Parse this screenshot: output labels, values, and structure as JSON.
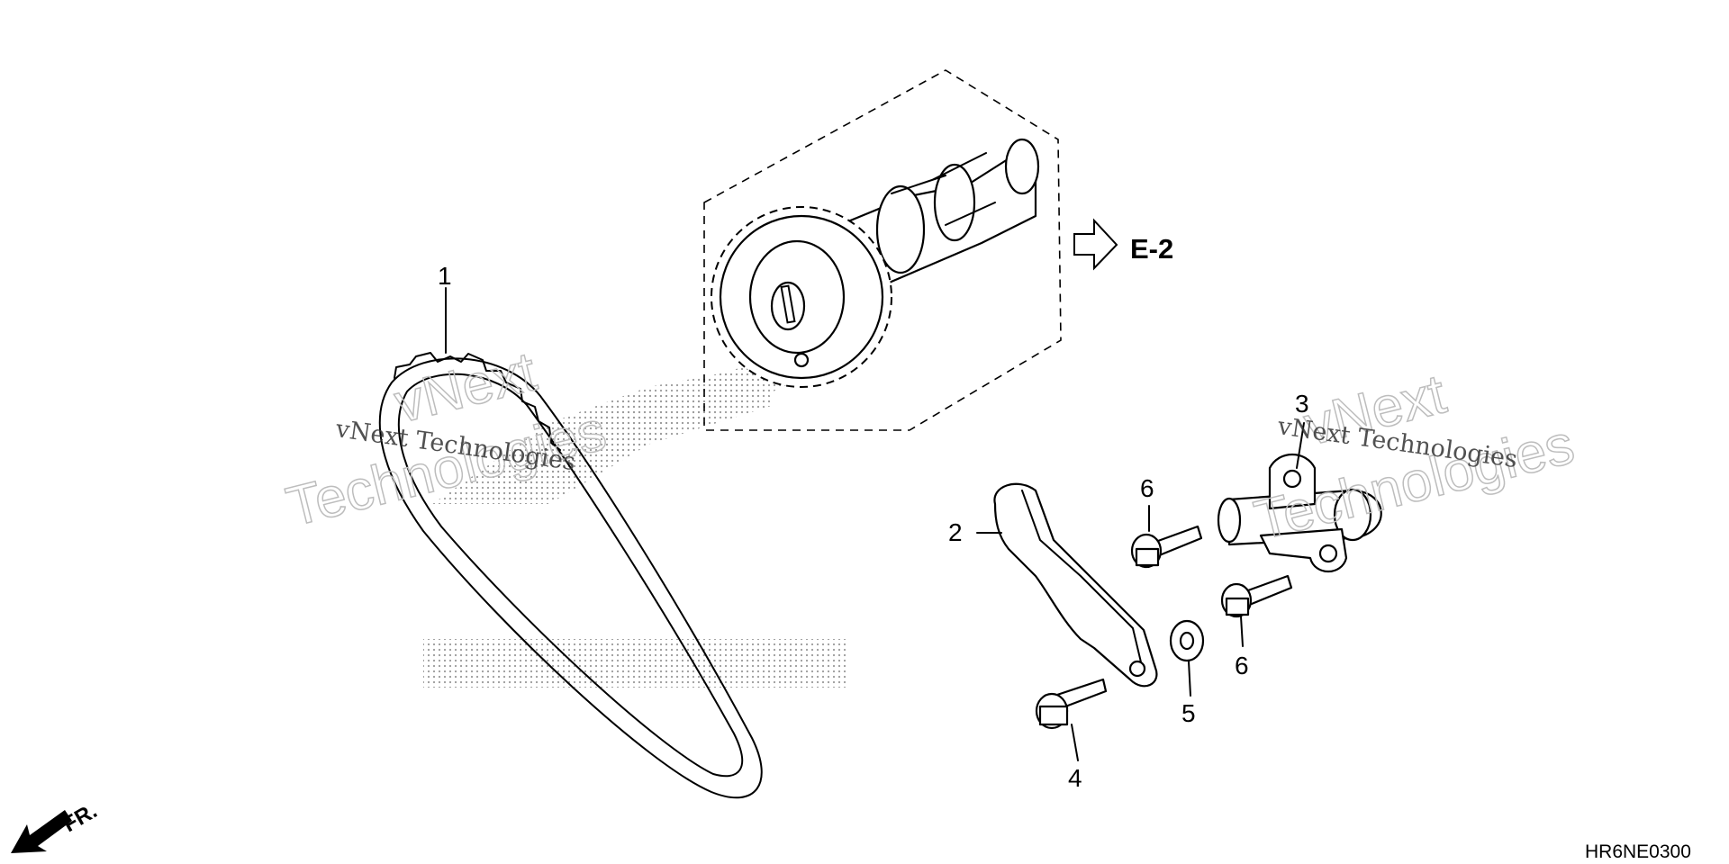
{
  "callouts": {
    "c1": "1",
    "c2": "2",
    "c3": "3",
    "c4": "4",
    "c5": "5",
    "c6a": "6",
    "c6b": "6"
  },
  "reference": "E-2",
  "front_label": "FR.",
  "diagram_code": "HR6NE0300",
  "watermark": {
    "line1": "vNext Technologies",
    "word1": "vNext",
    "word2": "Technologies"
  }
}
